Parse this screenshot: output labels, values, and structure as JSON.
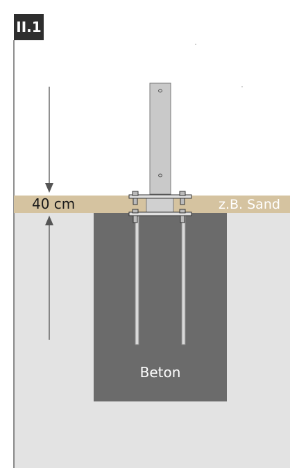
{
  "step_badge": {
    "label": "II.1"
  },
  "depth_label": "40 cm",
  "layer_label": "z.B. Sand",
  "foundation_label": "Beton",
  "colors": {
    "badge_bg": "#2e2e2e",
    "badge_text": "#ffffff",
    "ground": "#e3e3e3",
    "sand": "#d5c3a0",
    "concrete": "#6b6b6b",
    "post": "#c9c9c9",
    "post_stroke": "#7a7a7a",
    "arrow": "#555555",
    "text_dark": "#1a1a1a",
    "text_light": "#ffffff"
  }
}
